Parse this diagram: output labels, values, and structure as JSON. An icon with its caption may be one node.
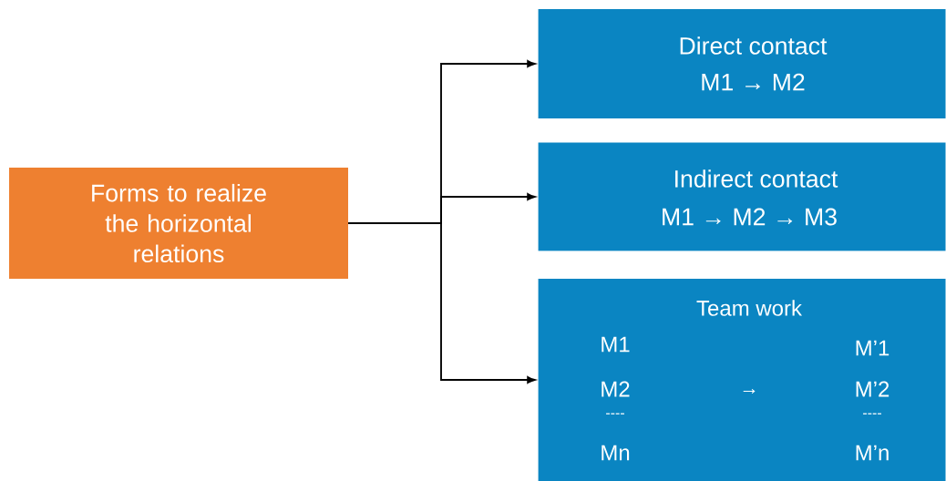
{
  "diagram": {
    "nodes": [
      {
        "text": [
          "Forms to realize the horizontal relations"
        ]
      },
      {
        "text": [
          "Direct contact",
          "M1  →  M2"
        ]
      },
      {
        "text": [
          "Indirect contact",
          "M1  →   M2  →  M3"
        ]
      },
      {
        "text": [
          "Team work",
          "M1",
          "M2",
          "----",
          "Mn",
          "→",
          "M’1",
          "M’2",
          "----",
          "M’n"
        ]
      }
    ],
    "edges": [
      {
        "from": 0,
        "to": 1,
        "arrow": "to"
      },
      {
        "from": 0,
        "to": 2,
        "arrow": "to"
      },
      {
        "from": 0,
        "to": 3,
        "arrow": "to"
      }
    ]
  }
}
